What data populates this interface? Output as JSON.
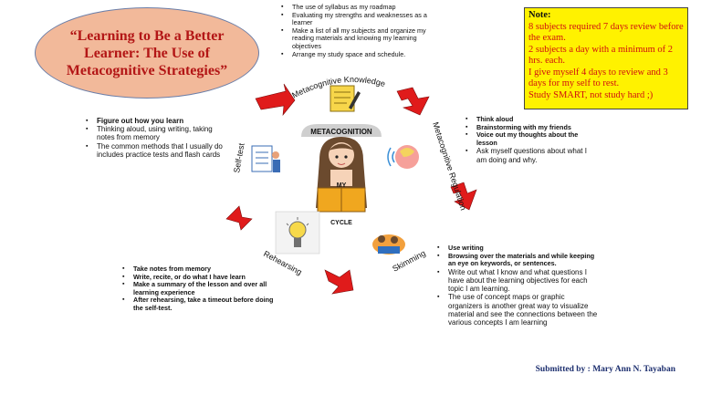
{
  "title": "“Learning to Be a Better Learner: The Use of Metacognitive Strategies”",
  "note": {
    "heading": "Note:",
    "lines": [
      "8 subjects required  7 days review before the exam.",
      "2 subjects a day with a minimum of 2 hrs. each.",
      "I give myself 4 days to review and 3 days for my self to rest.",
      "Study SMART, not study hard ;)"
    ]
  },
  "cycle": {
    "center_label": "METACOGNITION",
    "center_book_label": "MY",
    "bottom_label": "CYCLE",
    "stages": {
      "knowledge": "Metacognitive Knowledge",
      "regulation": "Metacognitive Regulation",
      "skimming": "Skimming",
      "rehearsing": "Rehearsing",
      "selftest": "Self-test"
    }
  },
  "lists": {
    "knowledge": [
      "The use of syllabus as my roadmap",
      "Evaluating my strengths and weaknesses as a learner",
      "Make a list of all my subjects and organize my reading materials and knowing my learning objectives",
      "Arrange  my study space and schedule."
    ],
    "regulation": [
      "Think aloud",
      "Brainstorming with my friends",
      "Voice out my thoughts about the lesson",
      "Ask myself questions about what I am doing and why."
    ],
    "skimming": [
      "Use writing",
      "Browsing over the materials and while keeping an eye on keywords, or sentences.",
      "Write out what I know and what questions I have about the learning objectives for each topic I am learning.",
      "The use of concept maps or graphic organizers  is another great way to visualize material and see the connections between the various concepts I am learning"
    ],
    "rehearsing": [
      "Take notes from memory",
      "Write, recite, or do what I have learn",
      "Make a summary of the lesson and over all learning experience",
      "After rehearsing, take a timeout before doing the self-test."
    ],
    "selftest": [
      "Figure out how you learn",
      "Thinking aloud, using writing, taking notes from memory",
      "The common methods that I usually do includes practice tests and flash cards"
    ]
  },
  "footer": "Submitted by : Mary Ann N. Tayaban",
  "colors": {
    "arrow": "#e01b1b",
    "title_text": "#b31616",
    "oval_fill": "#f2b99a",
    "note_fill": "#fff200"
  }
}
